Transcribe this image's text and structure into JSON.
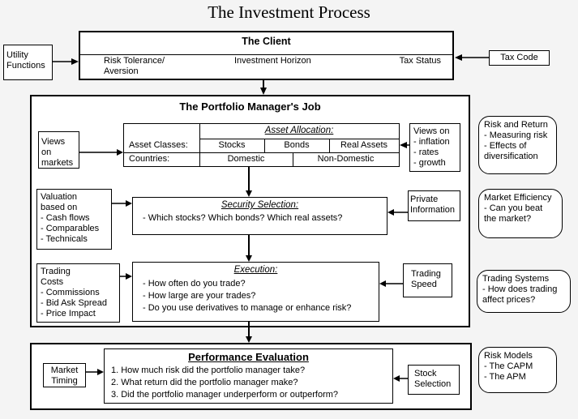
{
  "title": "The Investment Process",
  "colors": {
    "page_bg": "#f4f4f4",
    "box_bg": "#ffffff",
    "line": "#000000"
  },
  "client": {
    "title": "The Client",
    "risk_tolerance": {
      "lines": [
        "Risk Tolerance/",
        "Aversion"
      ]
    },
    "investment_horizon": "Investment Horizon",
    "tax_status": "Tax Status"
  },
  "side_inputs": {
    "utility_functions": {
      "lines": [
        "Utility",
        "Functions"
      ]
    },
    "tax_code": "Tax Code"
  },
  "portfolio_manager": {
    "title": "The Portfolio Manager's Job",
    "views_on_markets": {
      "lines": [
        "Views on",
        "markets"
      ]
    },
    "views_macro": {
      "lines": [
        "Views on",
        "- inflation",
        "- rates",
        "- growth"
      ]
    },
    "asset_allocation": {
      "title": "Asset Allocation:",
      "asset_classes_label": "Asset Classes:",
      "asset_classes": [
        "Stocks",
        "Bonds",
        "Real Assets"
      ],
      "countries_label": "Countries:",
      "countries": [
        "Domestic",
        "Non-Domestic"
      ]
    },
    "valuation": {
      "lines": [
        "Valuation",
        "based on",
        "- Cash flows",
        "- Comparables",
        "- Technicals"
      ]
    },
    "security_selection": {
      "title": "Security Selection:",
      "question": "- Which stocks? Which bonds? Which real assets?"
    },
    "private_information": {
      "lines": [
        "Private",
        "Information"
      ]
    },
    "trading_costs": {
      "lines": [
        "Trading",
        "Costs",
        "- Commissions",
        "- Bid Ask Spread",
        "- Price Impact"
      ]
    },
    "execution": {
      "title": "Execution:",
      "questions": [
        "- How often do you trade?",
        "- How large are your trades?",
        "- Do you use derivatives to manage or enhance risk?"
      ]
    },
    "trading_speed": {
      "lines": [
        "Trading",
        "Speed"
      ]
    }
  },
  "performance_evaluation": {
    "title": "Performance Evaluation",
    "questions": [
      "1. How much risk did the portfolio manager take?",
      "2. What return did the portfolio manager make?",
      "3. Did the portfolio manager underperform or outperform?"
    ],
    "market_timing": {
      "lines": [
        "Market",
        "Timing"
      ]
    },
    "stock_selection": {
      "lines": [
        "Stock",
        "Selection"
      ]
    }
  },
  "concept_bubbles": [
    {
      "lines": [
        "Risk and Return",
        "- Measuring risk",
        "- Effects of",
        "diversification"
      ]
    },
    {
      "lines": [
        "Market Efficiency",
        "- Can you beat",
        "the market?"
      ]
    },
    {
      "lines": [
        "Trading Systems",
        "- How does trading",
        "affect prices?"
      ]
    },
    {
      "lines": [
        "Risk Models",
        "- The CAPM",
        "- The APM"
      ]
    }
  ]
}
